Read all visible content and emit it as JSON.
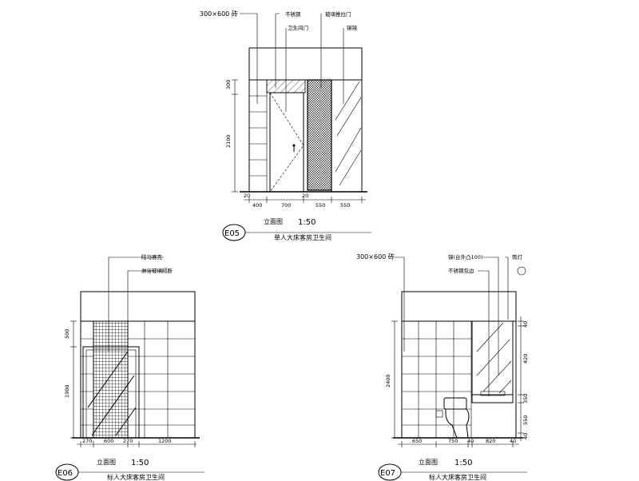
{
  "e05": {
    "labels": {
      "tile": "300×600 砖",
      "steel": "不锈钢",
      "door": "卫生间门",
      "glass_door": "玻璃推拉门",
      "mirror": "镜镜"
    },
    "dims_bottom": [
      "400",
      "700",
      "550",
      "550"
    ],
    "dims_side": [
      "300",
      "2100"
    ],
    "dim_small": [
      "20",
      "20"
    ],
    "title": "立面图",
    "scale": "1:50",
    "subtitle": "单人大床客房卫生间",
    "tag": "E05"
  },
  "e06": {
    "labels": {
      "top": "陆马赛克",
      "second": "淋浴玻璃隔断"
    },
    "dims_bottom": [
      "270",
      "600",
      "270",
      "1200"
    ],
    "dims_side": [
      "500",
      "1900"
    ],
    "title": "立面图",
    "scale": "1:50",
    "subtitle": "标人大床客房卫生间",
    "tag": "E06"
  },
  "e07": {
    "labels": {
      "tile": "300×600 砖",
      "counter": "镜(台外凸100)",
      "steel": "不锈钢包边",
      "lamp": "筒灯"
    },
    "dims_bottom": [
      "650",
      "750",
      "40",
      "820",
      "40"
    ],
    "dims_side": [
      "2400"
    ],
    "dims_right": [
      "420",
      "350",
      "550",
      "40",
      "40"
    ],
    "title": "立面图",
    "scale": "1:50",
    "subtitle": "标人大床客房卫生间",
    "tag": "E07"
  }
}
